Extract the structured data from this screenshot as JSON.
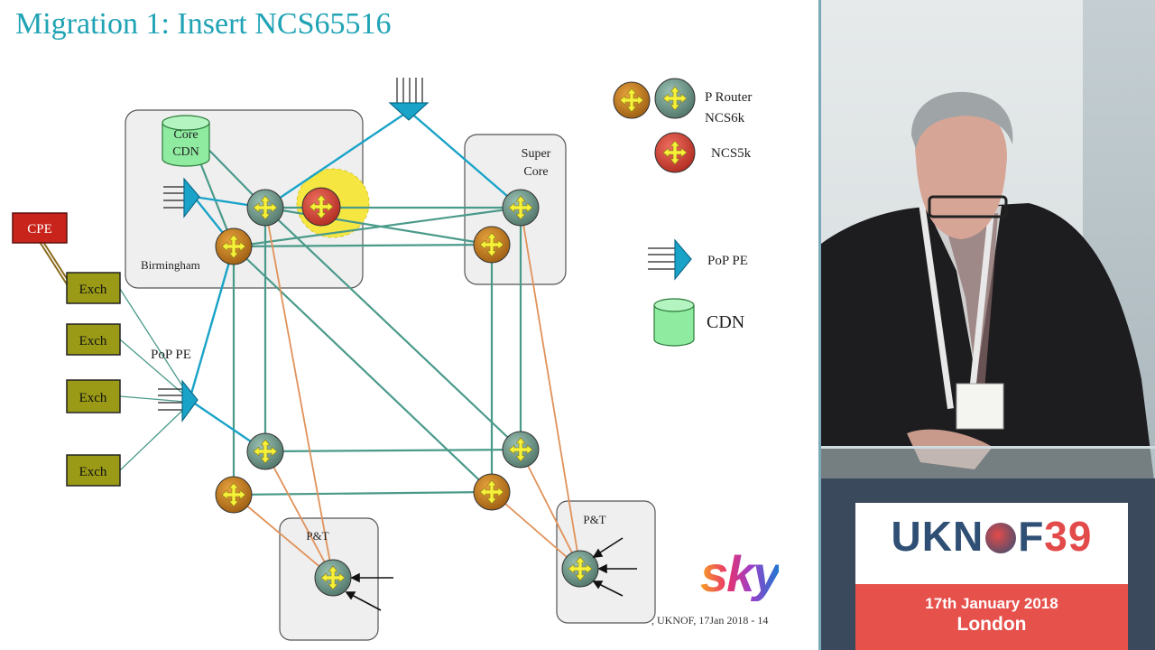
{
  "slide": {
    "title": "Migration 1: Insert NCS65516",
    "footer": ", UKNOF, 17Jan 2018 - 14",
    "sky_logo": "sky"
  },
  "diagram": {
    "labels": {
      "core_cdn": [
        "Core",
        "CDN"
      ],
      "super_core": [
        "Super",
        "Core"
      ],
      "birmingham": "Birmingham",
      "cpe": "CPE",
      "exch": [
        "Exch",
        "Exch",
        "Exch",
        "Exch"
      ],
      "pop_pe": "PoP PE",
      "pt_left": "P&T",
      "pt_right": "P&T"
    },
    "legend": {
      "p_router_line1": "P Router",
      "p_router_line2": "NCS6k",
      "ncs5k": "NCS5k",
      "pop_pe": "PoP PE",
      "cdn": "CDN"
    },
    "colors": {
      "title": "#1fa3b5",
      "router_ncs6k_orange": "#c9791c",
      "router_ncs6k_grey": "#6f9a8e",
      "router_ncs5k": "#e04a3f",
      "highlight": "#f5e642",
      "link_teal": "#4a9a8a",
      "link_orange": "#e0925a",
      "pe_blue": "#1aa3c8",
      "exch_fill": "#9a9a17",
      "cpe_fill": "#c8241b",
      "cdn_fill": "#8eeba0"
    }
  },
  "podium": {
    "brand_prefix": "UKN",
    "brand_suffix": "F",
    "brand_number": "39",
    "date": "17th January 2018",
    "city": "London"
  }
}
